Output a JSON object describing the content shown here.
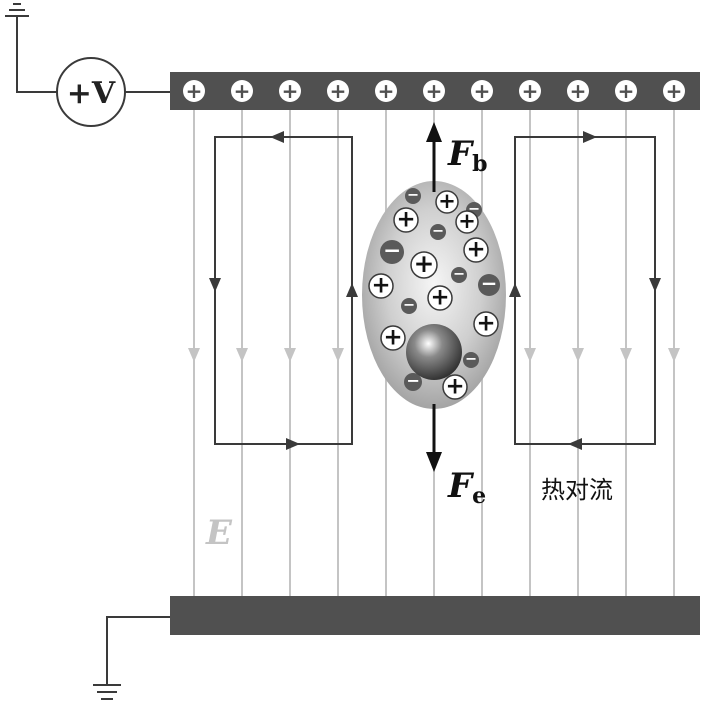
{
  "voltage_source": {
    "label": "+V"
  },
  "forces": {
    "buoyancy": {
      "symbol": "F",
      "subscript": "b"
    },
    "electric": {
      "symbol": "F",
      "subscript": "e"
    }
  },
  "field": {
    "label": "E"
  },
  "convection": {
    "label": "热对流"
  },
  "charges": {
    "positive": "+",
    "negative": "−"
  },
  "colors": {
    "plate": "#505050",
    "field_line": "#c4c4c4",
    "loop": "#3a3a3a",
    "ground_wire": "#3a3a3a"
  }
}
